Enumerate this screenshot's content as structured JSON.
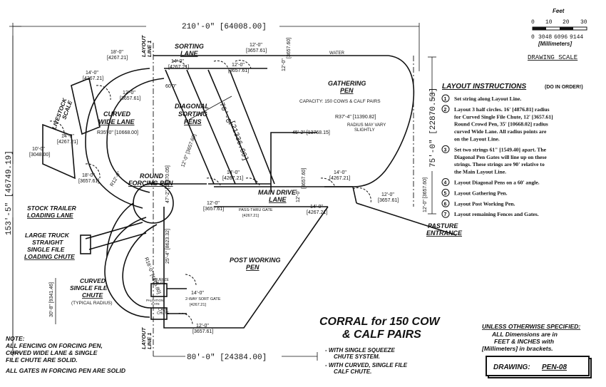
{
  "overall": {
    "width": "210'-0\" [64008.00]",
    "height": "153'-5\" [46749.19]",
    "bottom_width": "80'-0\" [24384.00]",
    "right_height": "75'-0\" [22870.53]"
  },
  "scale": {
    "title": "Feet",
    "ticks_ft": [
      "0",
      "10",
      "20",
      "30"
    ],
    "ticks_mm": [
      "0",
      "3048",
      "6096",
      "9144"
    ],
    "mm_label": "[Millimeters]",
    "label": "DRAWING SCALE"
  },
  "instructions": {
    "title": "LAYOUT INSTRUCTIONS",
    "subtitle": "(DO IN ORDER!)",
    "steps": [
      {
        "n": "1",
        "lines": [
          "Set string along Layout Line."
        ]
      },
      {
        "n": "2",
        "lines": [
          "Layout 3 half circles. 16' [4876.81] radius",
          "for Curved Single File Chute, 12' [3657.61]",
          "Round Crowd Pen, 35' [10668.02] radius",
          "curved Wide Lane. All radius points are",
          "on the Layout Line."
        ]
      },
      {
        "n": "3",
        "lines": [
          "Set two strings 61\" [1549.40] apart. The",
          "Diagonal Pen Gates will line up on these",
          "strings. These strings are 90' relative to",
          "the Main Layout Line."
        ]
      },
      {
        "n": "4",
        "lines": [
          "Layout Diagonal Pens on a 60' angle."
        ]
      },
      {
        "n": "5",
        "lines": [
          "Layout Gathering Pen."
        ]
      },
      {
        "n": "6",
        "lines": [
          "Layout Post Working Pen."
        ]
      },
      {
        "n": "7",
        "lines": [
          "Layout remaining Fences and Gates."
        ]
      }
    ]
  },
  "areas": {
    "sorting_lane": [
      "SORTING",
      "LANE"
    ],
    "gathering_pen": [
      "GATHERING",
      "PEN"
    ],
    "gathering_capacity": "CAPACITY: 150 COWS & CALF PAIRS",
    "water": "WATER",
    "diagonal_pens": [
      "DIAGONAL",
      "SORTING",
      "PENS"
    ],
    "curved_wide_lane": [
      "CURVED",
      "WIDE LANE"
    ],
    "livestock_scale": [
      "LIVESTOCK",
      "SCALE"
    ],
    "round_forcing_pen": [
      "ROUND",
      "FORCING PEN"
    ],
    "main_drive_lane": [
      "MAIN DRIVE",
      "LANE"
    ],
    "stock_trailer": [
      "STOCK TRAILER",
      "LOADING LANE"
    ],
    "large_truck": [
      "LARGE TRUCK",
      "STRAIGHT",
      "SINGLE FILE",
      "LOADING CHUTE"
    ],
    "curved_chute": [
      "CURVED,",
      "SINGLE FILE",
      "CHUTE"
    ],
    "typical_radius": "(TYPICAL RADIUS)",
    "post_working_pen": [
      "POST WORKING",
      "PEN"
    ],
    "pasture_entrance": [
      "PASTURE",
      "ENTRANCE"
    ],
    "layout_line_top": [
      "LAYOUT",
      "LINE 1"
    ],
    "layout_line_bottom": [
      "LAYOUT",
      "LINE 1"
    ],
    "squeeze_chute": [
      "SQUEEZE",
      "CHUTE"
    ],
    "palpation_gate": [
      "PALPATION",
      "GATE"
    ],
    "calf_chute": [
      "CALF",
      "CHUTE"
    ]
  },
  "dims": {
    "d18a": "18'-0\"",
    "d18a_mm": "[4267.21]",
    "d12top": "12'-0\"",
    "d12top_mm": "[3657.61]",
    "d12v": "12'-0\"",
    "d12v_mm": "[3657.60]",
    "d14a": "14'-0\"",
    "d14a_mm": "[4267.21]",
    "d12b": "12'-0\"",
    "d12b_mm": "[3657.61]",
    "d60": "60'0\"",
    "d70": "70'-0\"",
    "d70_mm": "[21336.00]",
    "d14b": "14'-0\"",
    "d14b_mm": "[4267.21]",
    "d12c": "12'-0\"",
    "d12c_mm": "[3657.61]",
    "d10": "10'-0\"",
    "d10_mm": "[3048.00]",
    "r35": "R35'-0\" [10668.00]",
    "d47": "47'-2\" [14370.05]",
    "d12diag": "12'-0\" [3657.60]",
    "d45": "45'-2\" [13768.15]",
    "r37": "R37'-4\" [11390.82]",
    "radius_note": [
      "RADIUS MAY VARY",
      "SLIGHTLY"
    ],
    "d18b": "18'-0\"",
    "d18b_mm": "[3657.61]",
    "r12": "R12'-0\"",
    "d14c": "14'-0\"",
    "d14c_mm": "[4267.21]",
    "d12gate": "12'-0\"",
    "d12gate_mm": "[3657.61]",
    "passthru": "PASS-THRU GATE",
    "passthru_mm": "[4267.21]",
    "d14d": "14'-0\"",
    "d14d_mm": "[4267.21]",
    "d14e": "14'-0\"",
    "d14e_mm": "[4267.21]",
    "d12lane": "12'-0\"",
    "d12lane_mm": "[3657.60]",
    "d12f": "12'-0\"",
    "d12f_mm": "[3657.61]",
    "d12g": "12'-0\" [3657.60]",
    "d25": "25'-4\" [8623.32]",
    "r16": "R16'-0\" [4876.80]",
    "d30": "30'-8\" [9341.46]",
    "d14sort": "14'-0\"",
    "sort_gate": "2-WAY SORT GATE",
    "sort_gate_mm": "[4267.21]",
    "d12h": "12'-0\"",
    "d12h_mm": "[3657.61]"
  },
  "notes": {
    "title": "NOTE:",
    "lines": [
      "ALL FENCING ON FORCING PEN,",
      "CURVED WIDE LANE & SINGLE",
      "FILE CHUTE ARE SOLID.",
      "ALL GATES IN FORCING PEN ARE SOLID"
    ]
  },
  "corral_title": [
    "CORRAL for 150 COW",
    "& CALF PAIRS"
  ],
  "corral_notes": [
    "- WITH SINGLE SQUEEZE",
    "CHUTE SYSTEM.",
    "- WITH CURVED, SINGLE FILE",
    "CALF CHUTE."
  ],
  "unless": {
    "title": "UNLESS OTHERWISE SPECIFIED:",
    "lines": [
      "ALL Dimensions are in",
      "FEET & INCHES with",
      "[Millimeters] in brackets."
    ]
  },
  "drawing": {
    "label": "DRAWING:",
    "value": "PEN-08"
  }
}
